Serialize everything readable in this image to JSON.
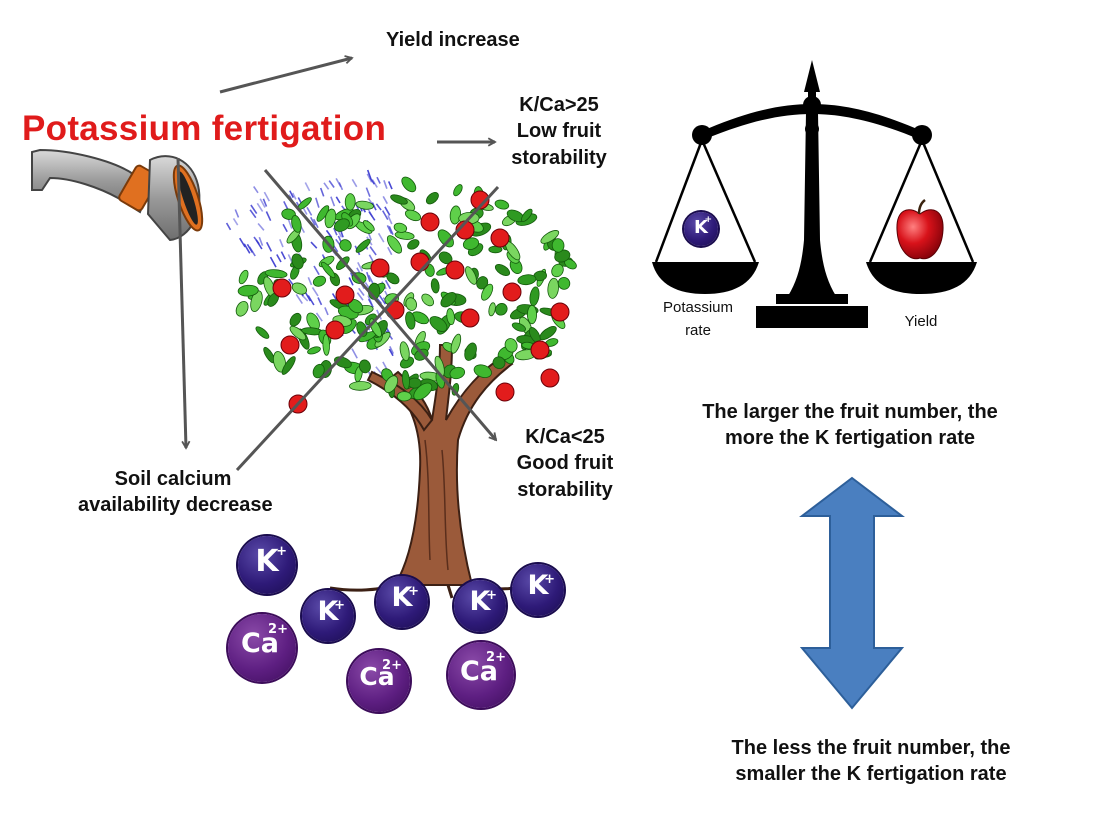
{
  "title": "Potassium fertigation",
  "effects": {
    "yield": "Yield increase",
    "high_ratio": [
      "K/Ca>25",
      "Low fruit",
      "storability"
    ],
    "low_ratio": [
      "K/Ca<25",
      "Good fruit",
      "storability"
    ],
    "soil": [
      "Soil calcium",
      "availability decrease"
    ]
  },
  "balance": {
    "left_label": [
      "Potassium",
      "rate"
    ],
    "right_label": "Yield",
    "left_pan_symbol": "K",
    "left_pan_charge": "+"
  },
  "statements": {
    "top": [
      "The larger the fruit number, the",
      "more the K fertigation rate"
    ],
    "bottom": [
      "The less the fruit number, the",
      "smaller the K fertigation rate"
    ]
  },
  "ions": [
    {
      "symbol": "K",
      "charge": "+"
    },
    {
      "symbol": "K",
      "charge": "+"
    },
    {
      "symbol": "K",
      "charge": "+"
    },
    {
      "symbol": "K",
      "charge": "+"
    },
    {
      "symbol": "K",
      "charge": "+"
    },
    {
      "symbol": "Ca",
      "charge": "2+"
    },
    {
      "symbol": "Ca",
      "charge": "2+"
    },
    {
      "symbol": "Ca",
      "charge": "2+"
    }
  ],
  "colors": {
    "title": "#e01b1b",
    "arrow": "#555555",
    "water": "#3a3ad0",
    "leaf": "#3fb82f",
    "fruit": "#e21c1c",
    "trunk": "#9b5a3a",
    "double_arrow": "#4a7fc0",
    "potassium_ion": "#2e1a78",
    "calcium_ion": "#5e1f82"
  }
}
